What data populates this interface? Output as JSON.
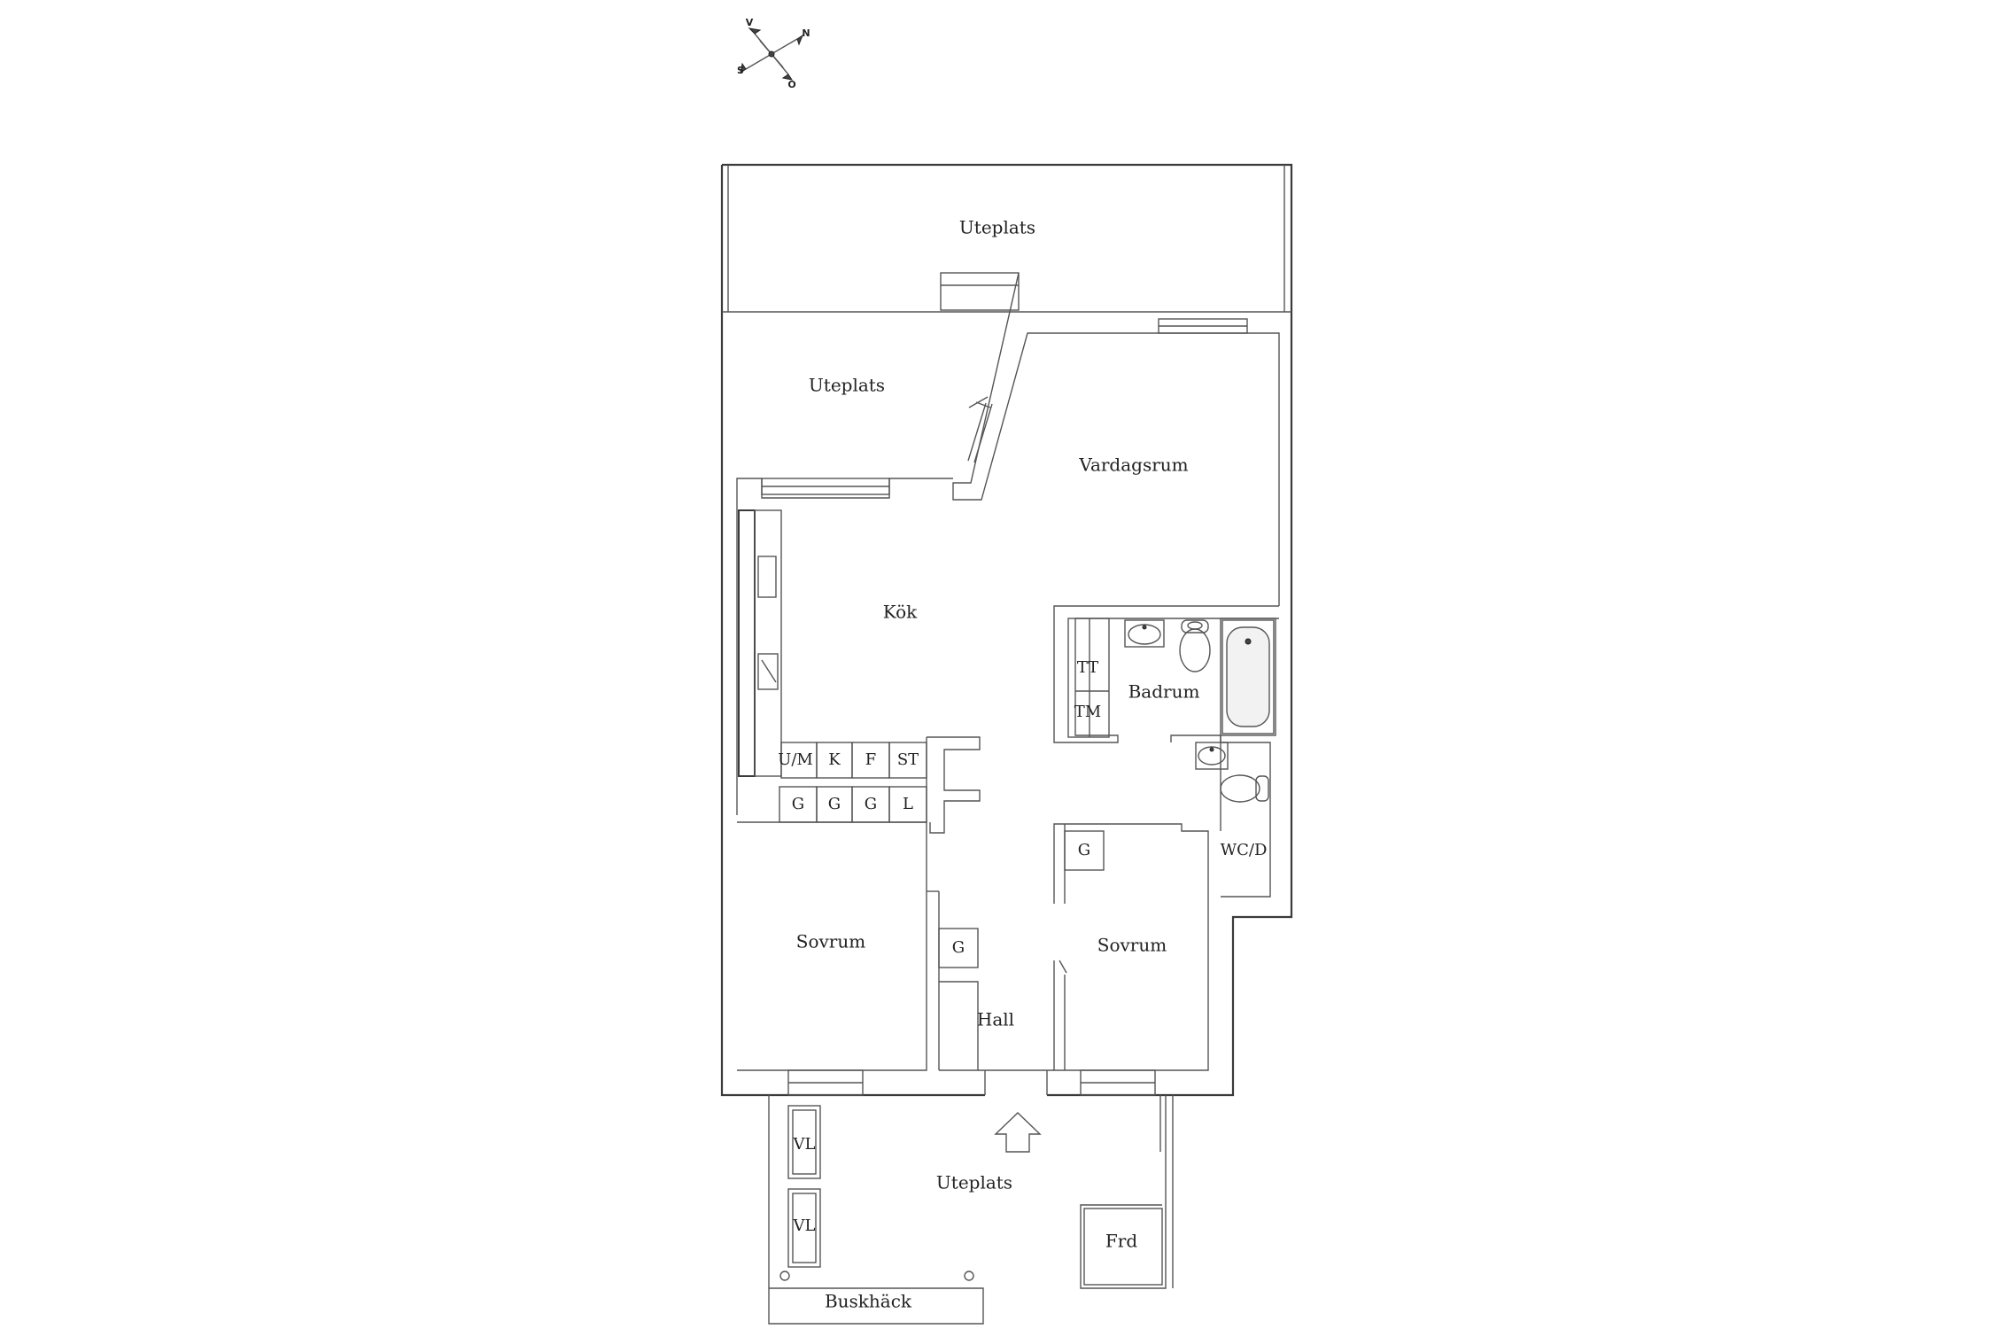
{
  "compass": {
    "north": "N",
    "south": "S",
    "east": "O",
    "west": "V"
  },
  "rooms": {
    "uteplats_top": "Uteplats",
    "uteplats_left": "Uteplats",
    "vardagsrum": "Vardagsrum",
    "kok": "Kök",
    "badrum": "Badrum",
    "wcd": "WC/D",
    "sovrum_left": "Sovrum",
    "sovrum_right": "Sovrum",
    "hall": "Hall",
    "uteplats_bottom": "Uteplats",
    "frd": "Frd",
    "buskhack": "Buskhäck"
  },
  "fixtures": {
    "um": "U/M",
    "k": "K",
    "f": "F",
    "st": "ST",
    "g1": "G",
    "g2": "G",
    "g3": "G",
    "l": "L",
    "tt": "TT",
    "tm": "TM",
    "g_bed": "G",
    "g_hall": "G",
    "vl1": "VL",
    "vl2": "VL"
  }
}
